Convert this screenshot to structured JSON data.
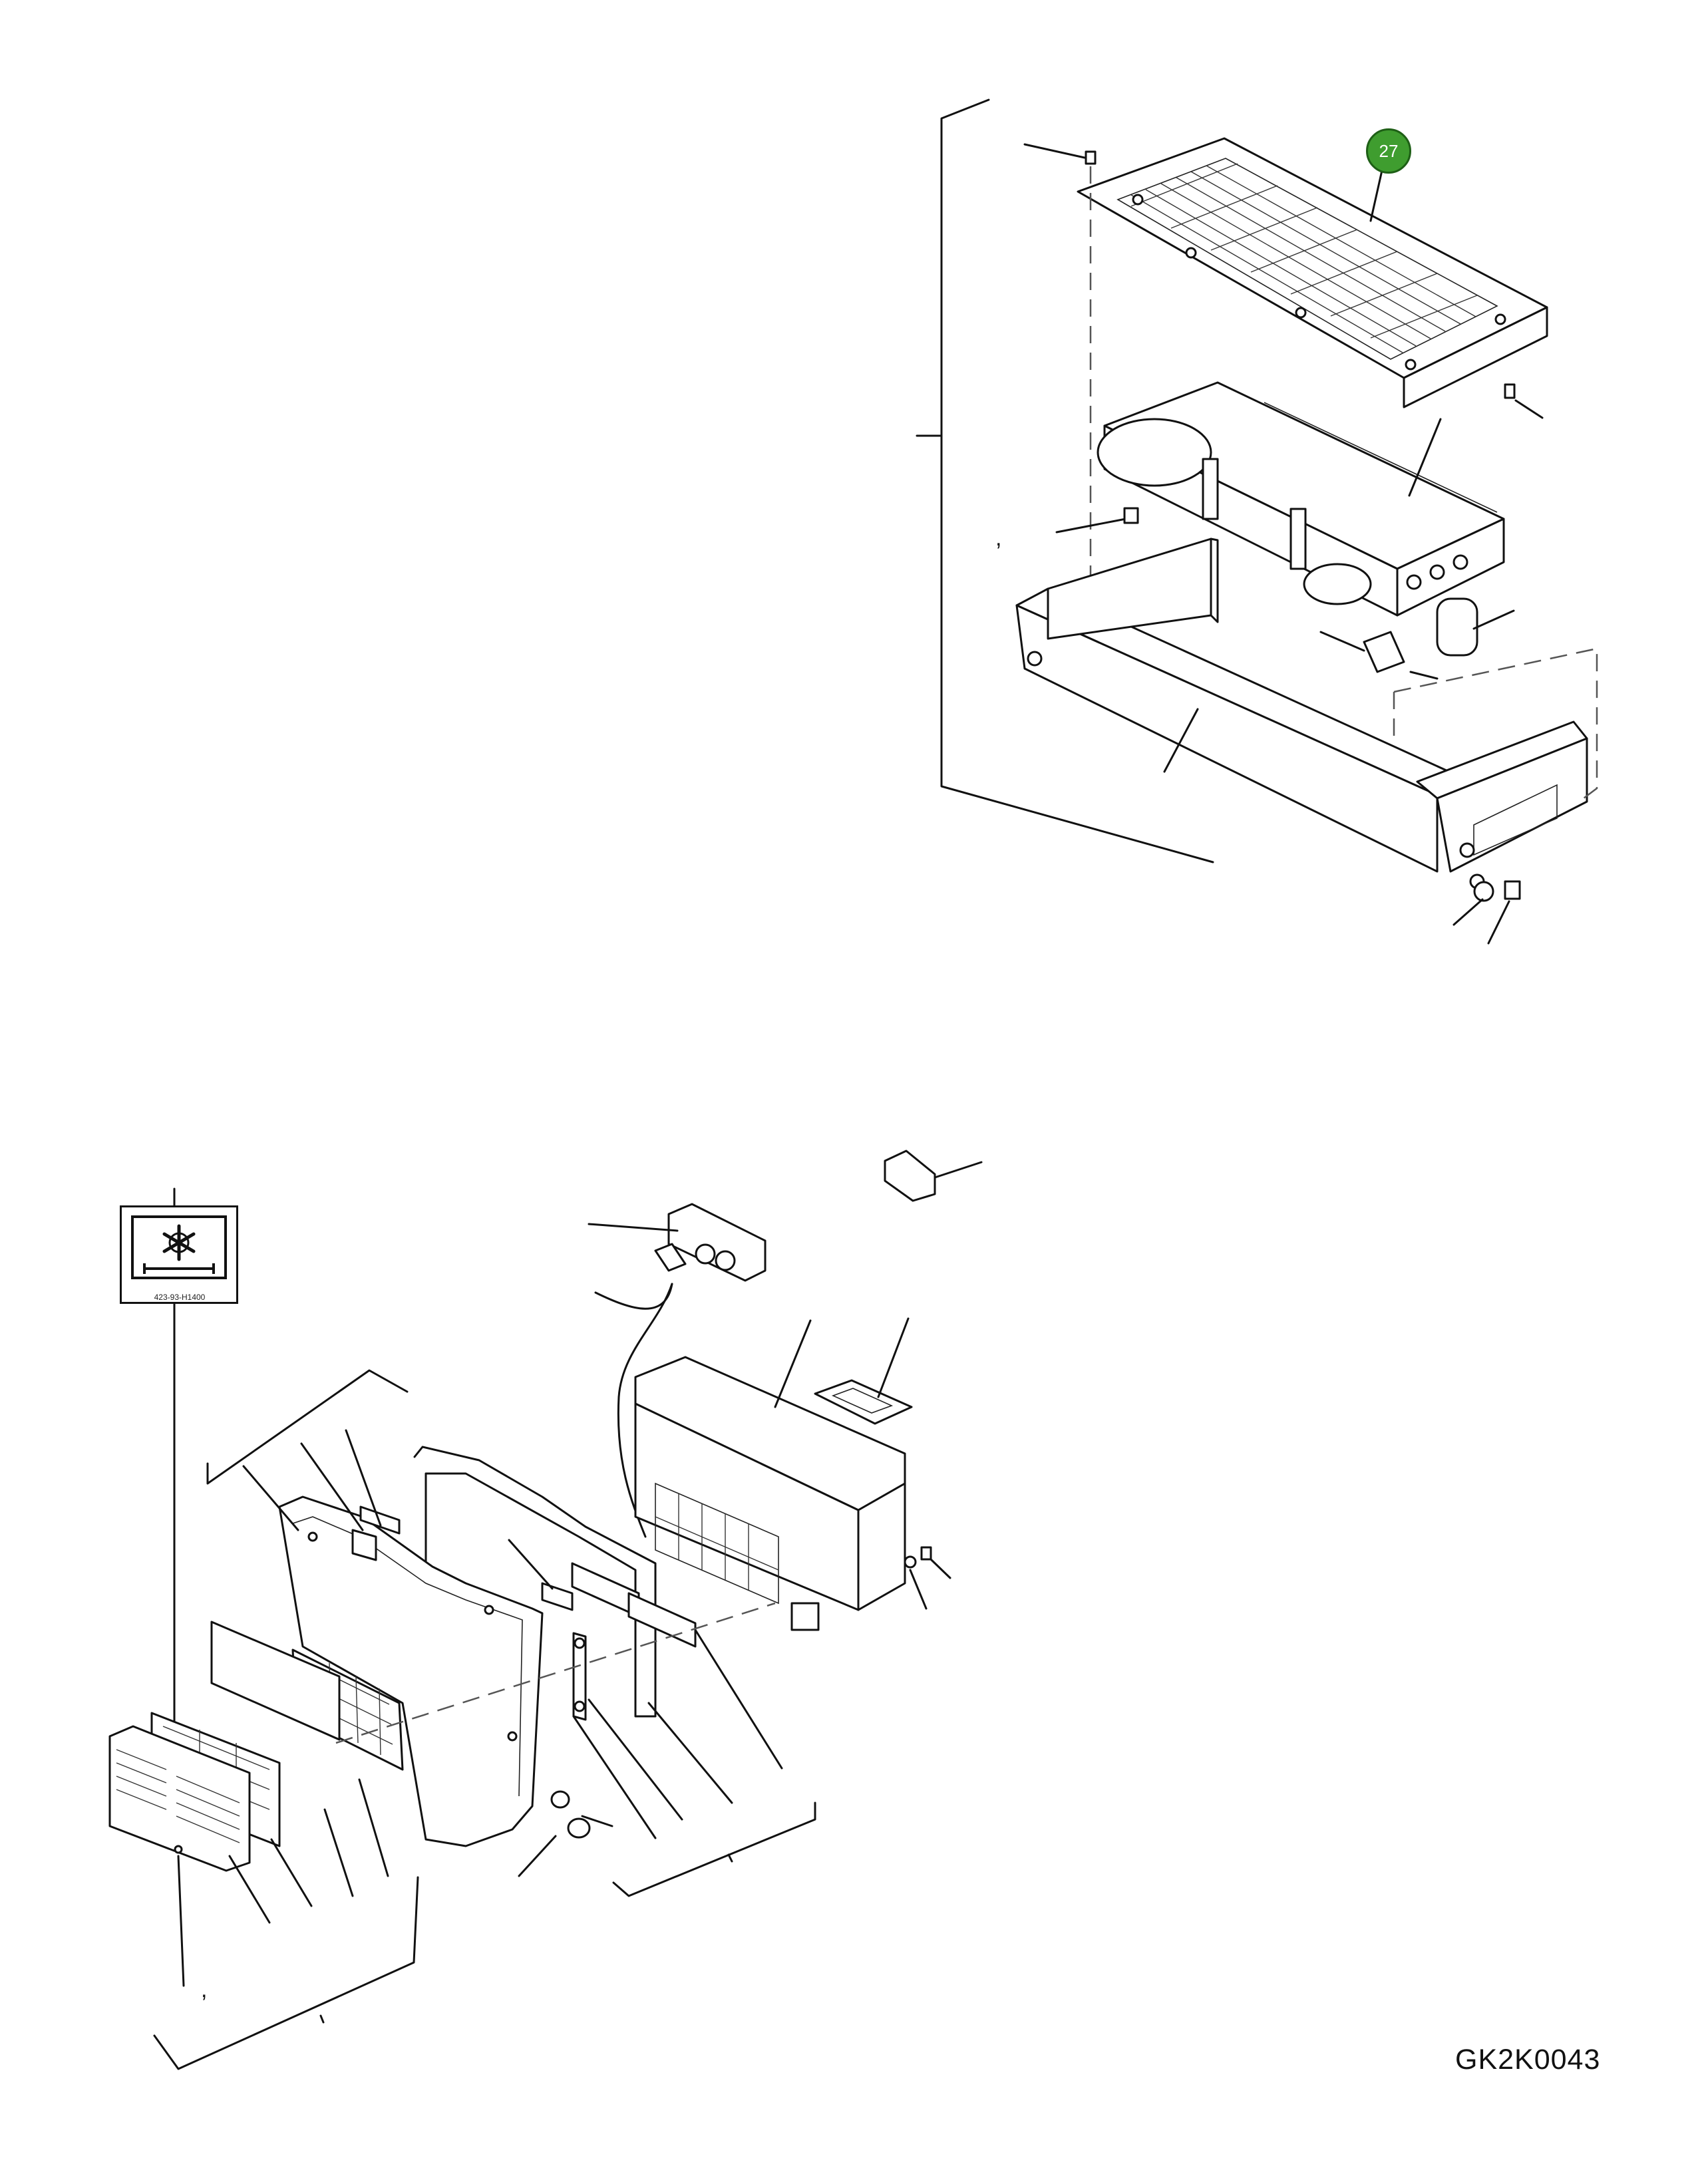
{
  "diagram": {
    "document_code": "GK2K0043",
    "callout_number": "27",
    "symbol_label_code": "423-93-H1400",
    "separator_marks": [
      ",",
      ","
    ],
    "colors": {
      "line": "#111111",
      "callout_fill": "#3f9d2f",
      "callout_border": "#1e5f16",
      "background": "#ffffff"
    },
    "icons": {
      "symbol": "ac-snowflake-icon",
      "callout": "green-callout-circle"
    }
  }
}
